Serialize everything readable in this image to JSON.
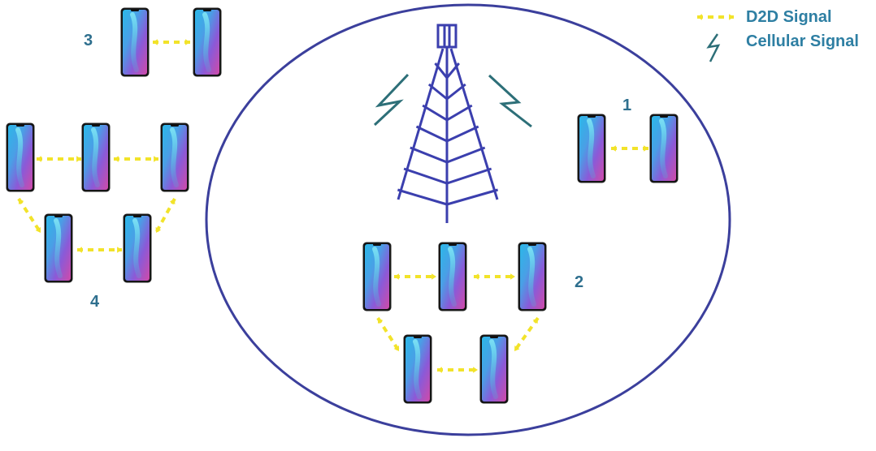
{
  "legend": {
    "d2d_label": "D2D Signal",
    "cellular_label": "Cellular Signal",
    "d2d_color": "#f2e32a",
    "cellular_color": "#2d6f78"
  },
  "groups": [
    {
      "id": "1",
      "label": "1",
      "inside_cell": true
    },
    {
      "id": "2",
      "label": "2",
      "inside_cell": true
    },
    {
      "id": "3",
      "label": "3",
      "inside_cell": false
    },
    {
      "id": "4",
      "label": "4",
      "inside_cell": false
    }
  ],
  "colors": {
    "cell_boundary": "#3b3f9c",
    "tower": "#3b3fae",
    "label": "#2e6f8e"
  },
  "icons": {
    "phone": "smartphone-icon",
    "tower": "cell-tower-icon",
    "cellular": "lightning-bolt-icon",
    "d2d": "dashed-double-arrow-icon"
  }
}
